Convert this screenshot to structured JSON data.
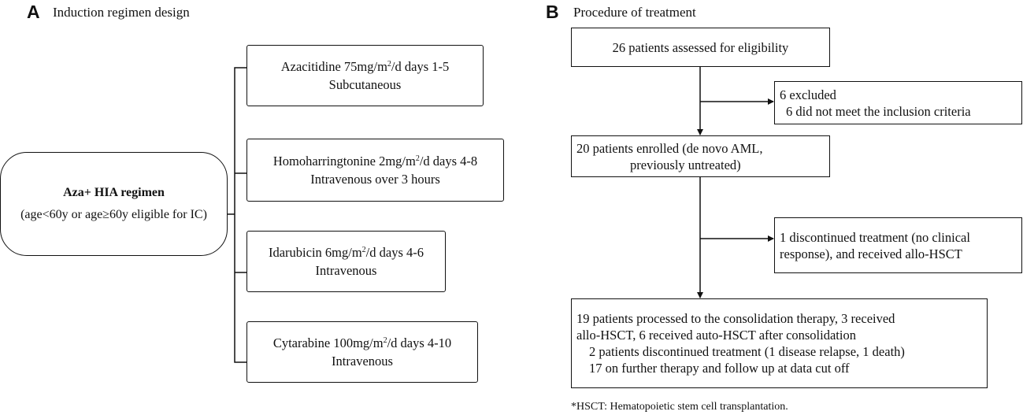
{
  "panel_a": {
    "letter": "A",
    "title": "Induction regimen design",
    "regimen": {
      "name": "Aza+ HIA regimen",
      "criteria": "(age<60y or age≥60y eligible for IC)"
    },
    "drugs": [
      {
        "name": "Azacitidine 75mg/m",
        "dose_tail": "/d days 1-5",
        "route": "Subcutaneous"
      },
      {
        "name": "Homoharringtonine  2mg/m",
        "dose_tail": "/d days 4-8",
        "route": "Intravenous over 3 hours"
      },
      {
        "name": "Idarubicin 6mg/m",
        "dose_tail": "/d days 4-6",
        "route": "Intravenous"
      },
      {
        "name": "Cytarabine 100mg/m",
        "dose_tail": "/d days 4-10",
        "route": "Intravenous"
      }
    ],
    "superscript": "2"
  },
  "panel_b": {
    "letter": "B",
    "title": "Procedure of treatment",
    "assessed": "26 patients assessed for eligibility",
    "excluded": {
      "line1": "6 excluded",
      "line2": "6 did not meet the inclusion criteria"
    },
    "enrolled": {
      "line1": "20 patients enrolled (de novo AML,",
      "line2": "previously untreated)"
    },
    "discontinued": {
      "line1": "1 discontinued treatment (no clinical",
      "line2": "response), and received allo-HSCT"
    },
    "consolidation": {
      "line1": "19 patients processed to the consolidation therapy, 3 received",
      "line2": "allo-HSCT, 6 received auto-HSCT after consolidation",
      "line3": "2 patients discontinued treatment (1 disease relapse, 1 death)",
      "line4": "17 on further therapy and follow up at data cut off"
    },
    "footnote": "*HSCT: Hematopoietic stem cell transplantation."
  }
}
